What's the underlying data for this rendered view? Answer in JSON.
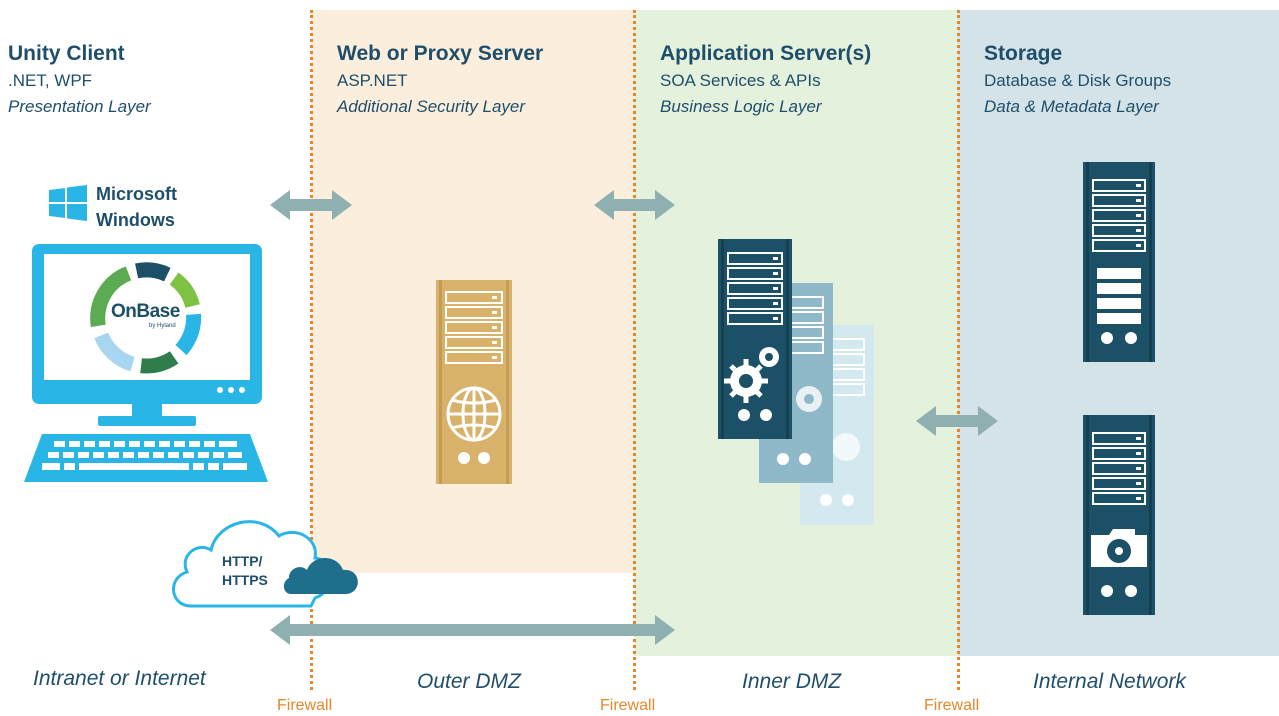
{
  "columns": {
    "client": {
      "title": "Unity Client",
      "tech": ".NET, WPF",
      "layer": "Presentation Layer"
    },
    "web": {
      "title": "Web or Proxy Server",
      "tech": "ASP.NET",
      "layer": "Additional Security Layer"
    },
    "app": {
      "title": "Application Server(s)",
      "tech": "SOA Services & APIs",
      "layer": "Business Logic Layer"
    },
    "storage": {
      "title": "Storage",
      "tech": "Database & Disk Groups",
      "layer": "Data & Metadata Layer"
    }
  },
  "windows_logo_text": [
    "Microsoft",
    "Windows"
  ],
  "onbase": {
    "brand": "OnBase",
    "sub": "by Hyland"
  },
  "cloud_text": [
    "HTTP/",
    "HTTPS"
  ],
  "zones": [
    "Intranet or Internet",
    "Outer DMZ",
    "Inner DMZ",
    "Internal Network"
  ],
  "firewalls": [
    "Firewall",
    "Firewall",
    "Firewall"
  ],
  "colors": {
    "outer_dmz_bg": "#fbeedc",
    "inner_dmz_bg": "#e4f1dc",
    "internal_bg": "#d4e3e8",
    "firewall": "#e8872a",
    "client_blue": "#29b6e6",
    "web_server": "#d8b16a",
    "app_server_dark": "#1b5067",
    "arrow": "#8fb0b0",
    "text_dark": "#1f4e6b"
  }
}
